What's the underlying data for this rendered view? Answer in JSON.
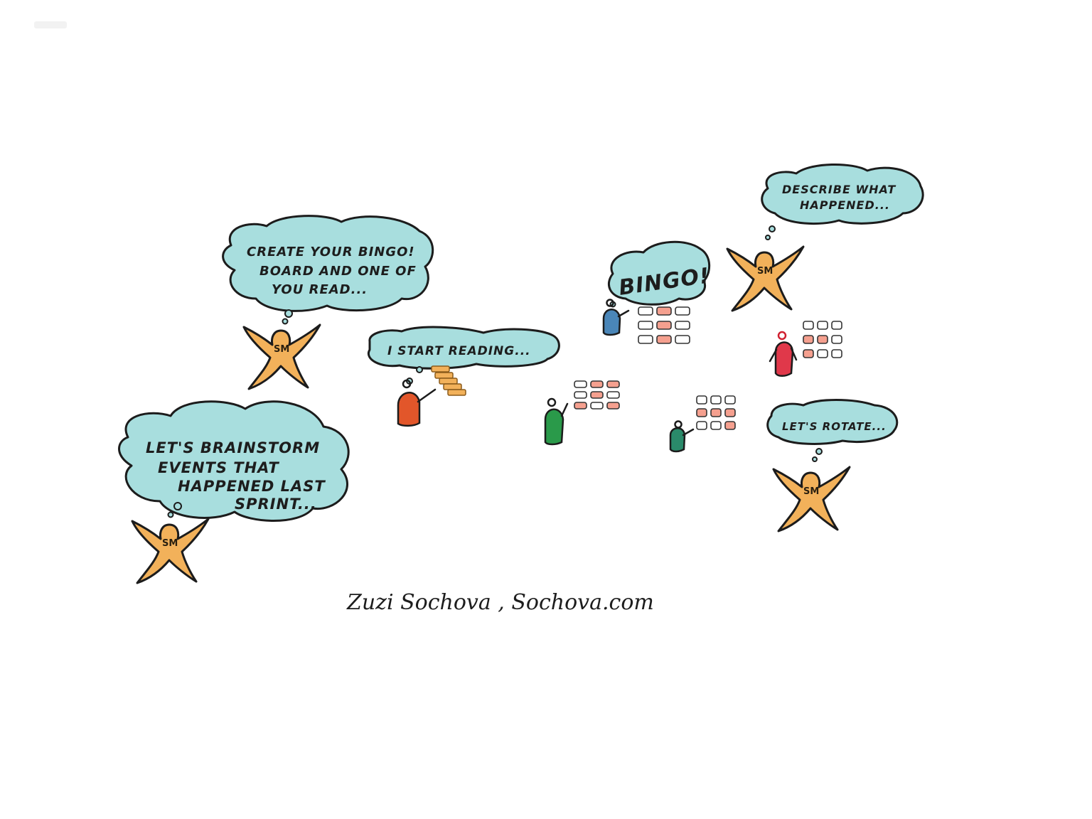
{
  "colors": {
    "cloud_fill": "#a8dede",
    "cloud_stroke": "#1c1c1c",
    "sm_fill": "#f2b15a",
    "card_fill": "#f5a08f",
    "card_stroke": "#333333"
  },
  "bubbles": {
    "brainstorm": [
      "LET'S BRAINSTORM",
      "EVENTS THAT",
      "HAPPENED LAST",
      "SPRINT..."
    ],
    "create_bingo": [
      "CREATE YOUR BINGO!",
      "BOARD AND ONE OF",
      "YOU READ..."
    ],
    "start_reading": [
      "I START READING..."
    ],
    "bingo": [
      "BINGO!"
    ],
    "describe": [
      "DESCRIBE WHAT",
      "HAPPENED..."
    ],
    "rotate": [
      "LET'S ROTATE..."
    ]
  },
  "sm_label": "SM",
  "signature": "Zuzi Sochova , Sochova.com"
}
